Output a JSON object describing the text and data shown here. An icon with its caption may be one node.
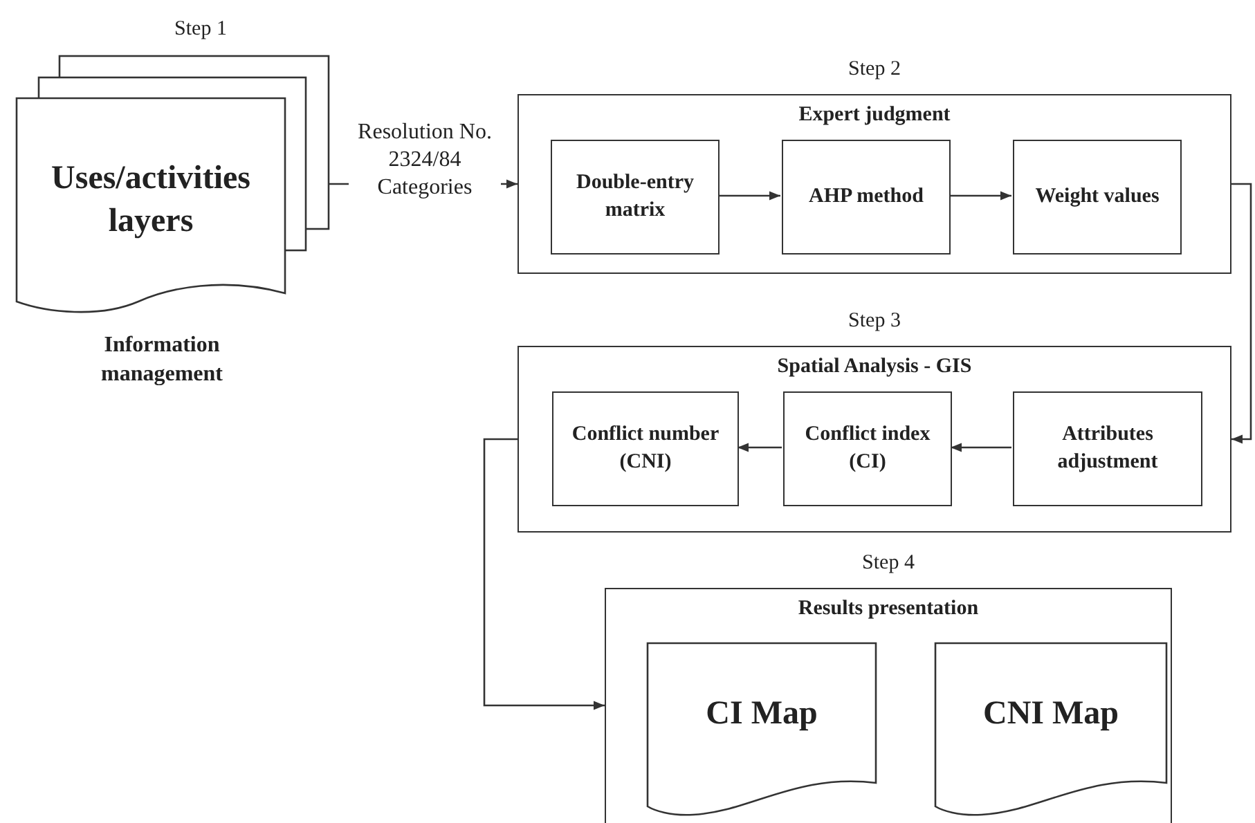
{
  "diagram": {
    "nodes": [
      {
        "text": [
          "Step 1",
          "Uses/activities layers"
        ],
        "beside": [
          "Information management"
        ]
      },
      {
        "text": [
          "Step 2",
          "Expert judgment"
        ]
      },
      {
        "text": [
          "Double-entry matrix"
        ],
        "in": 1
      },
      {
        "text": [
          "AHP method"
        ],
        "in": 1
      },
      {
        "text": [
          "Weight values"
        ],
        "in": 1
      },
      {
        "text": [
          "Step 3",
          "Spatial Analysis - GIS"
        ]
      },
      {
        "text": [
          "Conflict number (CNI)"
        ],
        "in": 5
      },
      {
        "text": [
          "Conflict index (CI)"
        ],
        "in": 5
      },
      {
        "text": [
          "Attributes adjustment"
        ],
        "in": 5
      },
      {
        "text": [
          "Step 4",
          "Results presentation"
        ]
      },
      {
        "text": [
          "CI Map"
        ],
        "in": 9
      },
      {
        "text": [
          "CNI Map"
        ],
        "in": 9
      }
    ],
    "edges": [
      {
        "from": 0,
        "to": 1,
        "arrow": "to",
        "label": "Resolution No. 2324/84 Categories"
      },
      {
        "from": 2,
        "to": 3,
        "arrow": "to"
      },
      {
        "from": 3,
        "to": 4,
        "arrow": "to"
      },
      {
        "from": 1,
        "to": 5,
        "arrow": "to"
      },
      {
        "from": 8,
        "to": 7,
        "arrow": "to"
      },
      {
        "from": 7,
        "to": 6,
        "arrow": "to"
      },
      {
        "from": 5,
        "to": 9,
        "arrow": "to"
      }
    ]
  }
}
